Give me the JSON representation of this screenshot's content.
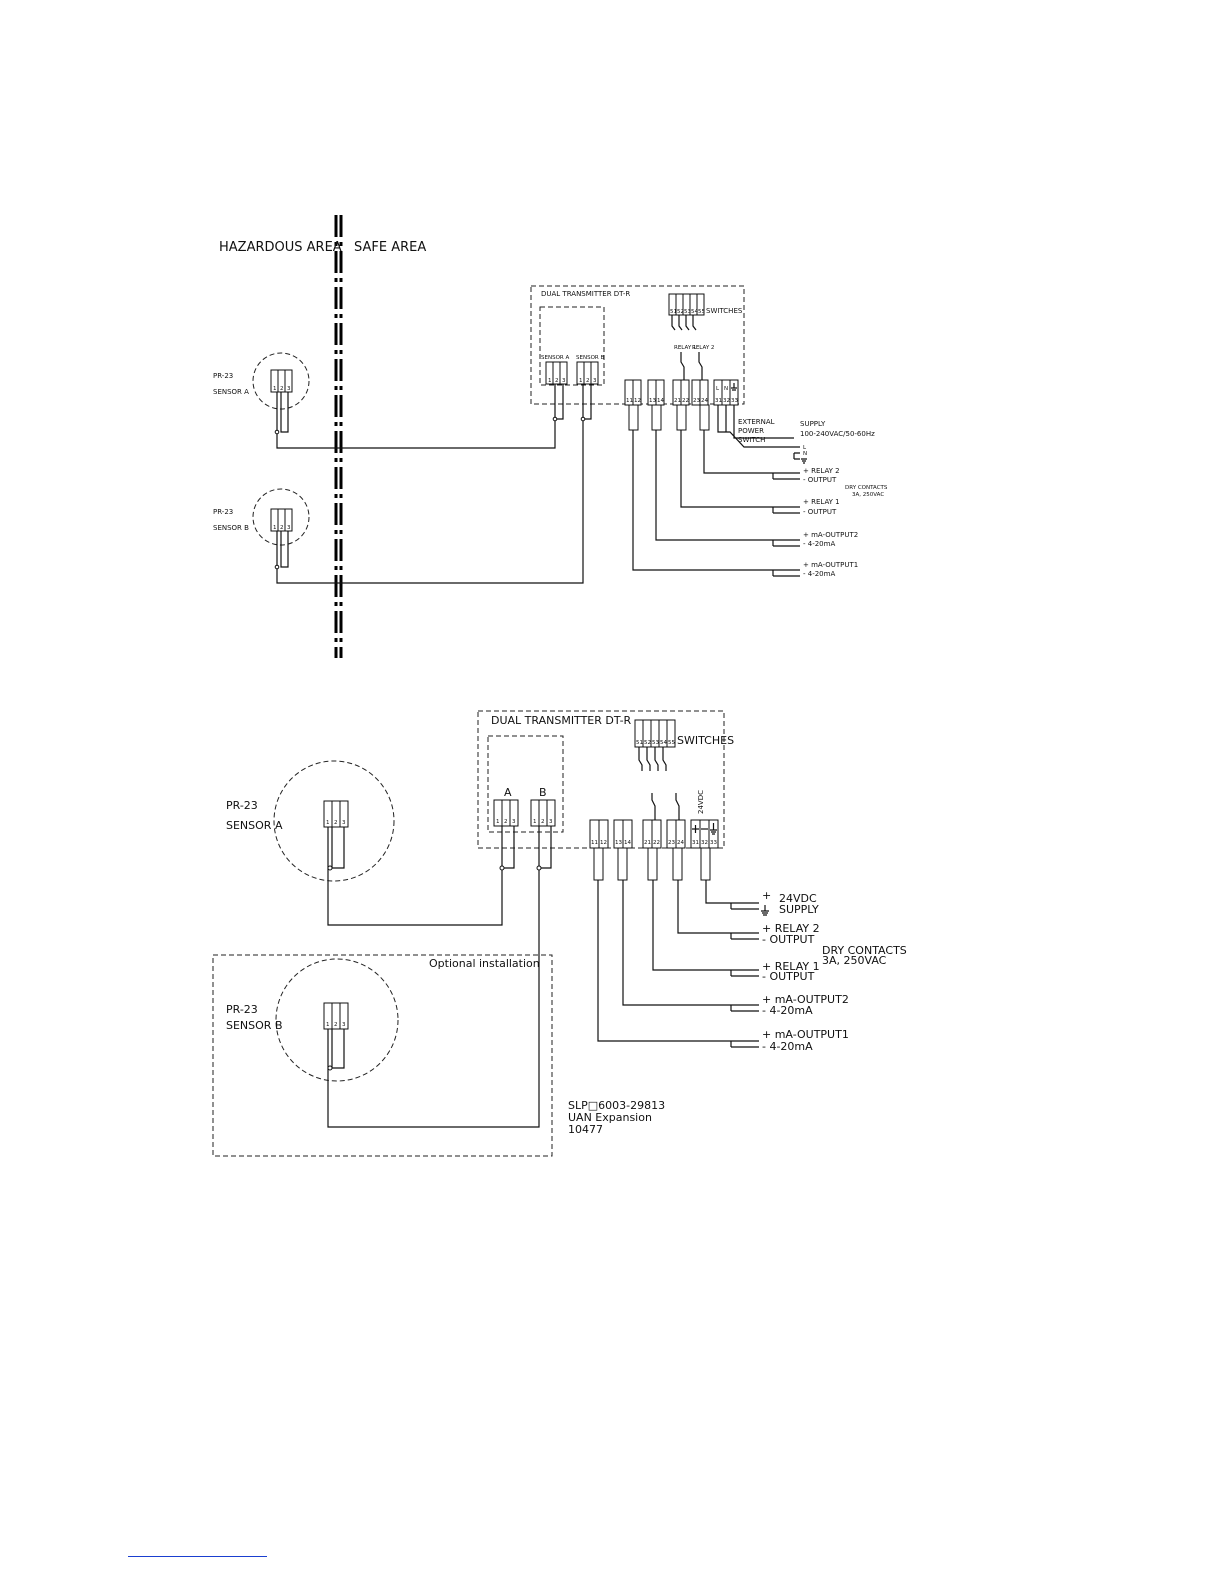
{
  "top": {
    "hazardous_area": "HAZARDOUS AREA",
    "safe_area": "SAFE AREA",
    "transmitter_title": "DUAL TRANSMITTER DT-R",
    "switches": "SWITCHES",
    "switch_numbers": [
      "51",
      "52",
      "53",
      "54",
      "55"
    ],
    "sensor_a_label": "SENSOR A",
    "sensor_b_label": "SENSOR B",
    "relay1": "RELAY 1",
    "relay2": "RELAY 2",
    "pins_123": [
      "1",
      "2",
      "3"
    ],
    "term_11_12": [
      "11",
      "12"
    ],
    "term_13_14": [
      "13",
      "14"
    ],
    "term_21_22": [
      "21",
      "22"
    ],
    "term_23_24": [
      "23",
      "24"
    ],
    "term_31_33": [
      "31",
      "32",
      "33"
    ],
    "power_symbols": [
      "L",
      "N"
    ],
    "sensor_name": "PR-23",
    "sensor_a": "SENSOR A",
    "sensor_b": "SENSOR B",
    "external_power_switch": [
      "EXTERNAL",
      "POWER",
      "SWITCH"
    ],
    "supply": "SUPPLY",
    "supply_spec": "100-240VAC/50-60Hz",
    "supply_l": "L",
    "supply_n": "N",
    "relay2_plus": "+ RELAY 2",
    "relay2_minus": "- OUTPUT",
    "dry_contacts": "DRY CONTACTS",
    "dry_contacts_spec": "3A, 250VAC",
    "relay1_plus": "+ RELAY 1",
    "relay1_minus": "- OUTPUT",
    "ma2_plus": "+ mA-OUTPUT2",
    "ma2_minus": "- 4-20mA",
    "ma1_plus": "+ mA-OUTPUT1",
    "ma1_minus": "- 4-20mA"
  },
  "bottom": {
    "transmitter_title": "DUAL TRANSMITTER DT-R",
    "switches": "SWITCHES",
    "switch_numbers": [
      "51",
      "52",
      "53",
      "54",
      "55"
    ],
    "input_a": "A",
    "input_b": "B",
    "vdc_vertical": "24VDC",
    "pins_123": [
      "1",
      "2",
      "3"
    ],
    "term_11_12": [
      "11",
      "12"
    ],
    "term_13_14": [
      "13",
      "14"
    ],
    "term_21_22": [
      "21",
      "22"
    ],
    "term_23_24": [
      "23",
      "24"
    ],
    "term_31_33": [
      "31",
      "32",
      "33"
    ],
    "sensor_name": "PR-23",
    "sensor_a": "SENSOR A",
    "sensor_b": "SENSOR B",
    "optional_installation": "Optional installation",
    "supply_plus": "+",
    "supply_vdc": "24VDC",
    "supply": "SUPPLY",
    "relay2_plus": "+ RELAY 2",
    "relay2_minus": "- OUTPUT",
    "dry_contacts": "DRY CONTACTS",
    "dry_contacts_spec": "3A, 250VAC",
    "relay1_plus": "+ RELAY 1",
    "relay1_minus": "- OUTPUT",
    "ma2_plus": "+ mA-OUTPUT2",
    "ma2_minus": "- 4-20mA",
    "ma1_plus": "+ mA-OUTPUT1",
    "ma1_minus": "- 4-20mA",
    "ref_line1": "SLP□6003-29813",
    "ref_line2": "UAN Expansion",
    "ref_line3": "10477"
  }
}
